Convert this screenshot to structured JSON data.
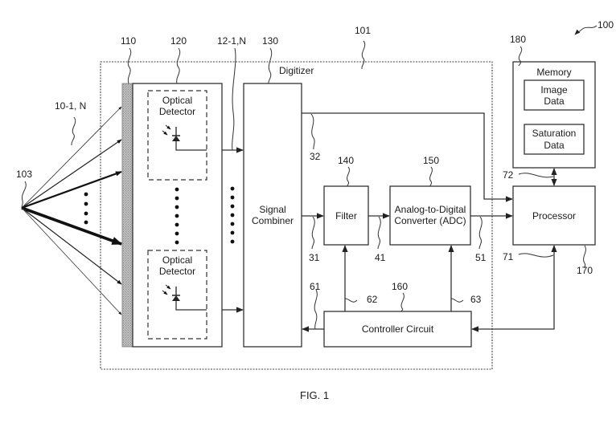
{
  "figure": {
    "caption": "FIG. 1",
    "system_ref": "100"
  },
  "digitizer": {
    "label": "Digitizer",
    "ref": "101"
  },
  "source": {
    "ref": "103",
    "rays_ref": "10-1, N"
  },
  "filter_strip": {
    "ref": "110"
  },
  "detector_array": {
    "ref": "120",
    "outputs_ref": "12-1,N",
    "detectors": [
      {
        "label_line1": "Optical",
        "label_line2": "Detector"
      },
      {
        "label_line1": "Optical",
        "label_line2": "Detector"
      }
    ]
  },
  "signal_combiner": {
    "ref": "130",
    "label_line1": "Signal",
    "label_line2": "Combiner",
    "out_ref_32": "32",
    "out_ref_31": "31"
  },
  "filter": {
    "ref": "140",
    "label": "Filter",
    "out_ref": "41"
  },
  "adc": {
    "ref": "150",
    "label_line1": "Analog-to-Digital",
    "label_line2": "Converter (ADC)",
    "out_ref": "51"
  },
  "controller": {
    "ref": "160",
    "label": "Controller Circuit",
    "line_refs": [
      "61",
      "62",
      "63"
    ]
  },
  "processor": {
    "ref": "170",
    "label": "Processor",
    "line_refs": [
      "71",
      "72"
    ]
  },
  "memory": {
    "ref": "180",
    "label": "Memory",
    "items": [
      {
        "line1": "Image",
        "line2": "Data"
      },
      {
        "line1": "Saturation",
        "line2": "Data"
      }
    ]
  }
}
